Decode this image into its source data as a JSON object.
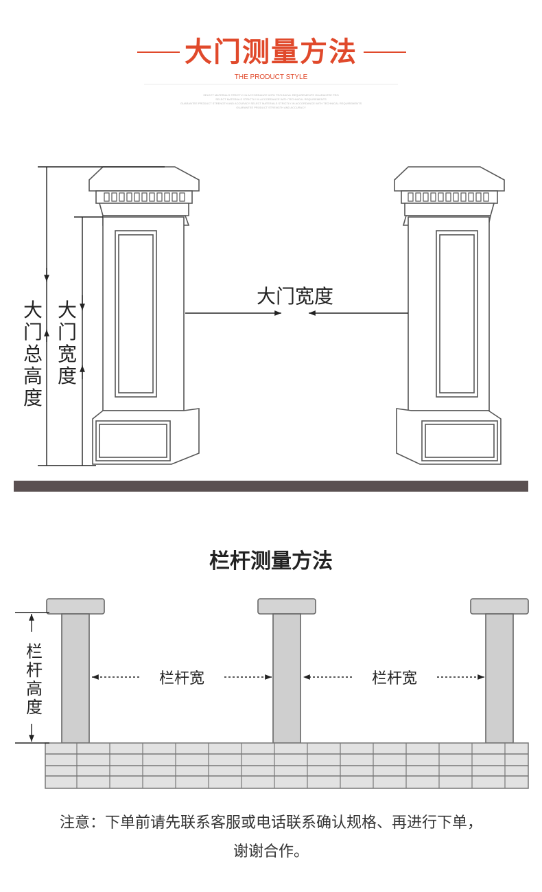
{
  "header": {
    "title": "大门测量方法",
    "subtitle": "THE PRODUCT STYLE",
    "fine_print": [
      "SELECT MATERIALS STRICTLY IN ACCORDANCE WITH TECHNICAL REQUIREMENTS GUARANTEE PRO",
      "SELECT MATERIALS STRICTLY IN ACCORDANCE WITH TECHNICAL REQUIREMENTS",
      "GUARANTEE PRODUCT STRENGTH AND ACCURACY SELECT MATERIALS STRICTLY IN ACCORDANCE WITH TECHNICAL REQUIREMENTS",
      "GUARANTEE PRODUCT STRENGTH AND ACCURACY"
    ],
    "accent_color": "#e0492b"
  },
  "gate": {
    "total_height_label": "大门总高度",
    "height_label": "大门宽度",
    "width_label": "大门宽度"
  },
  "divider_color": "#5a5051",
  "railing": {
    "title": "栏杆测量方法",
    "height_label": "栏杆高度",
    "width_labels": [
      "栏杆宽",
      "栏杆宽"
    ]
  },
  "note": {
    "line1": "注意：下单前请先联系客服或电话联系确认规格、再进行下单，",
    "line2": "谢谢合作。"
  }
}
